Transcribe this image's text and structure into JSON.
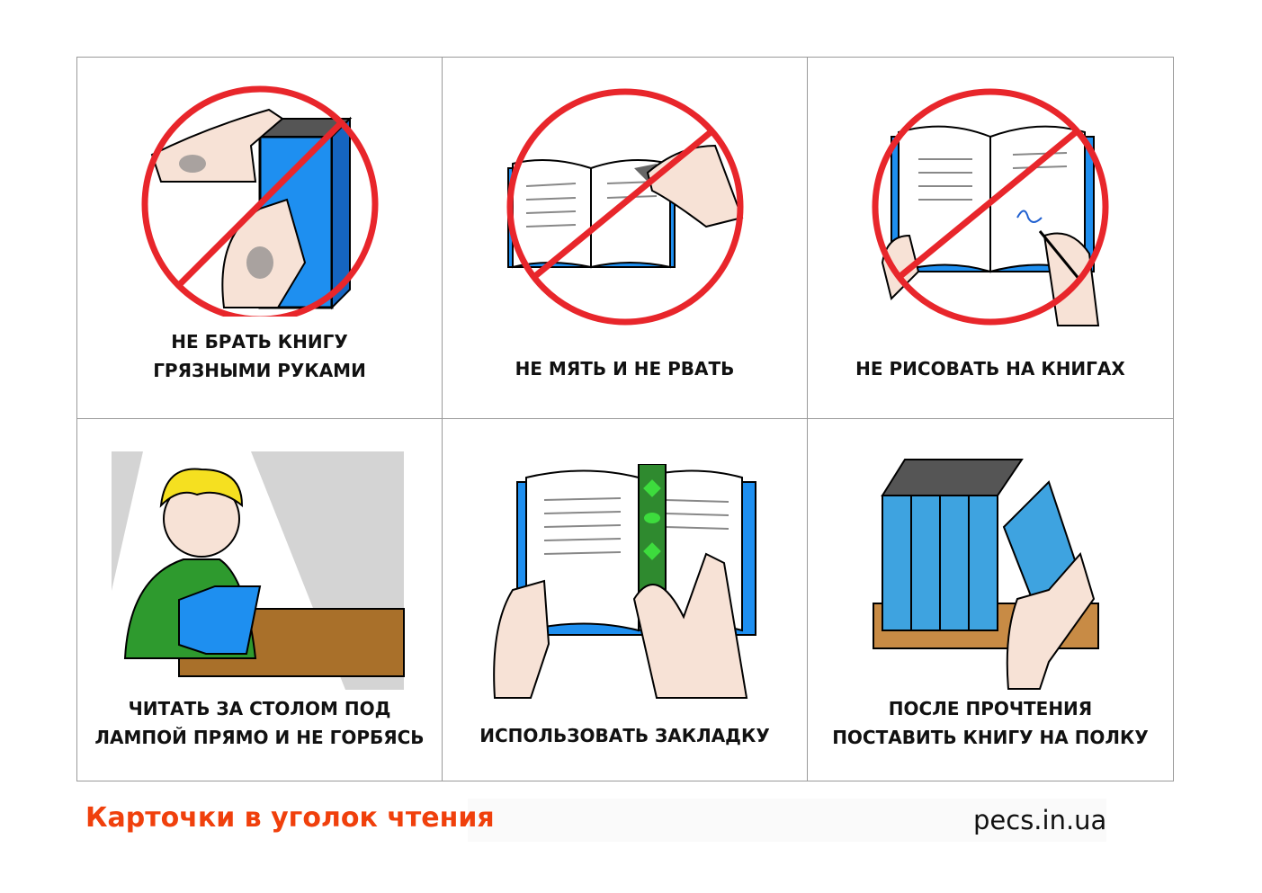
{
  "cards": [
    {
      "caption_lines": [
        "НЕ БРАТЬ КНИГУ",
        "ГРЯЗНЫМИ РУКАМИ"
      ],
      "icon": "no-dirty-hands-icon",
      "prohibited": true
    },
    {
      "caption_lines": [
        "НЕ МЯТЬ И НЕ РВАТЬ"
      ],
      "icon": "no-tearing-icon",
      "prohibited": true
    },
    {
      "caption_lines": [
        "НЕ РИСОВАТЬ НА КНИГАХ"
      ],
      "icon": "no-drawing-icon",
      "prohibited": true
    },
    {
      "caption_lines": [
        "ЧИТАТЬ ЗА СТОЛОМ ПОД",
        "ЛАМПОЙ ПРЯМО И НЕ ГОРБЯСЬ"
      ],
      "icon": "boy-reading-icon",
      "prohibited": false
    },
    {
      "caption_lines": [
        "ИСПОЛЬЗОВАТЬ ЗАКЛАДКУ"
      ],
      "icon": "bookmark-icon",
      "prohibited": false
    },
    {
      "caption_lines": [
        "ПОСЛЕ ПРОЧТЕНИЯ",
        "ПОСТАВИТЬ КНИГУ НА ПОЛКУ"
      ],
      "icon": "bookshelf-icon",
      "prohibited": false
    }
  ],
  "footer": {
    "title": "Карточки в уголок чтения",
    "site": "pecs.in.ua"
  },
  "colors": {
    "prohibit_red": "#e8262b",
    "book_blue": "#1e8ff0",
    "title_orange": "#f0400c"
  }
}
